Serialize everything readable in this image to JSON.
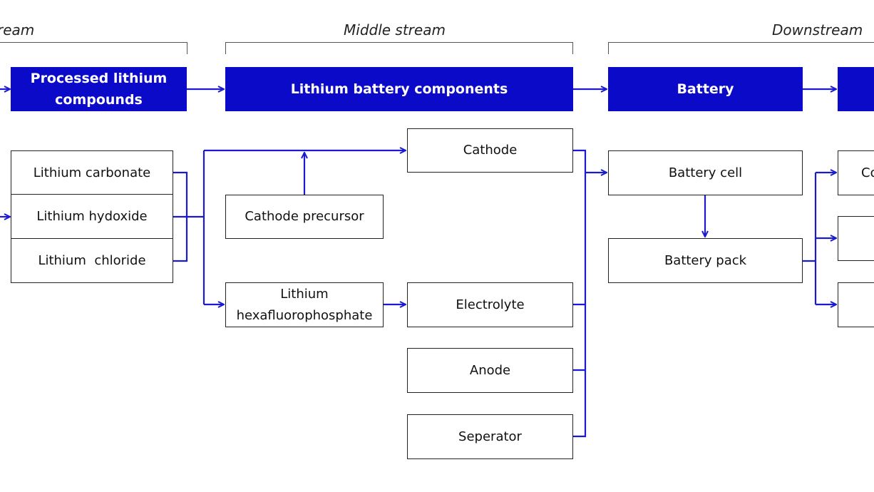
{
  "stages": {
    "upstream": "ream",
    "middle": "Middle stream",
    "downstream": "Downstream"
  },
  "headers": {
    "processed": "Processed lithium\ncompounds",
    "components": "Lithium battery components",
    "battery": "Battery"
  },
  "compounds": {
    "carbonate": "Lithium carbonate",
    "hydroxide": "Lithium hydoxide",
    "chloride": "Lithium  chloride"
  },
  "components": {
    "cathode_precursor": "Cathode precursor",
    "lipf6": "Lithium\nhexafluorophosphate",
    "cathode": "Cathode",
    "electrolyte": "Electrolyte",
    "anode": "Anode",
    "separator": "Seperator"
  },
  "battery": {
    "cell": "Battery cell",
    "pack": "Battery pack"
  },
  "downstream_partial": {
    "first": "Co"
  },
  "colors": {
    "header_fill": "#0a0ac8",
    "connector": "#1a1ad0"
  }
}
